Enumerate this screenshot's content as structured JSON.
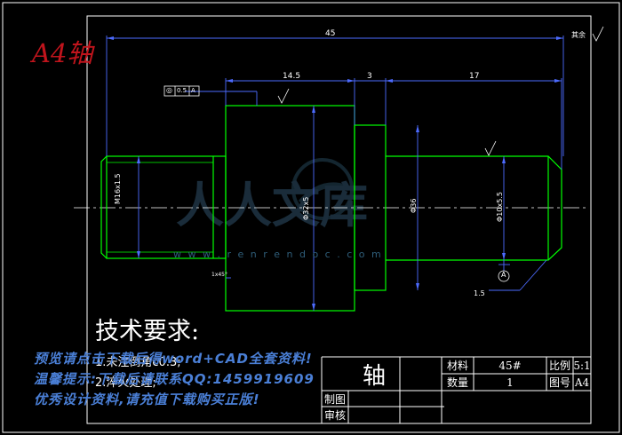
{
  "header": {
    "sheet_label": "A4轴"
  },
  "dimensions": {
    "overall_length": "45",
    "seg_left": "14.5",
    "seg_mid": "3",
    "seg_right": "17",
    "dia_thread": "M16x1.5",
    "dia_large": "Φ32x5",
    "dia_collar": "Φ36",
    "dia_right": "Φ10x5.5",
    "chamfer_small": "1x45°",
    "surface_finish": "其余",
    "roughness_note": "1.5",
    "datum": "A",
    "tolerance_frame": [
      "◎",
      "0.5",
      "A"
    ]
  },
  "tech_requirements": {
    "title": "技术要求:",
    "item1": "1.未注倒角c0.3;",
    "item2": "2.淬火处理;"
  },
  "watermark": {
    "logo_text": "人人文库",
    "url": "w w w . r e n r e n d o c . c o m",
    "line1": "预览请点击下载后得word+CAD全套资料!",
    "line2": "温馨提示:下载后请联系QQ:1459919609",
    "line3": "优秀设计资料,请充值下载购买正版!"
  },
  "title_block": {
    "part_name": "轴",
    "material_label": "材料",
    "material_value": "45#",
    "scale_label": "比例",
    "scale_value": "5:1",
    "qty_label": "数量",
    "qty_value": "1",
    "drawing_no_label": "图号",
    "drawing_no_value": "A4",
    "drawn_label": "制图",
    "checked_label": "审核"
  },
  "colors": {
    "background": "#000000",
    "frame": "#ffffff",
    "outline": "#00ff00",
    "dimension": "#4d6bff",
    "centerline": "#ffffff",
    "header_red": "#c0141c",
    "watermark_blue": "#4a7fd6"
  }
}
